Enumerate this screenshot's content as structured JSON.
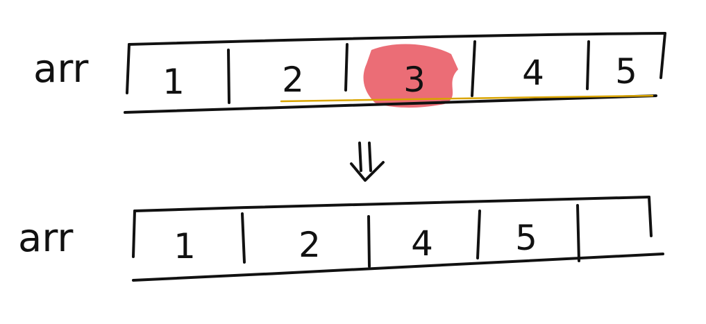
{
  "colors": {
    "ink": "#111111",
    "highlight": "#e8545e",
    "underline": "#d9a400"
  },
  "arrays": [
    {
      "label": "arr",
      "cells": [
        "1",
        "2",
        "3",
        "4",
        "5"
      ],
      "highlighted_index": 2,
      "underlined_from_index": 1
    },
    {
      "label": "arr",
      "cells": [
        "1",
        "2",
        "4",
        "5",
        ""
      ]
    }
  ],
  "arrow": {
    "symbol": "⇓",
    "icon": "double-down-arrow-icon"
  }
}
